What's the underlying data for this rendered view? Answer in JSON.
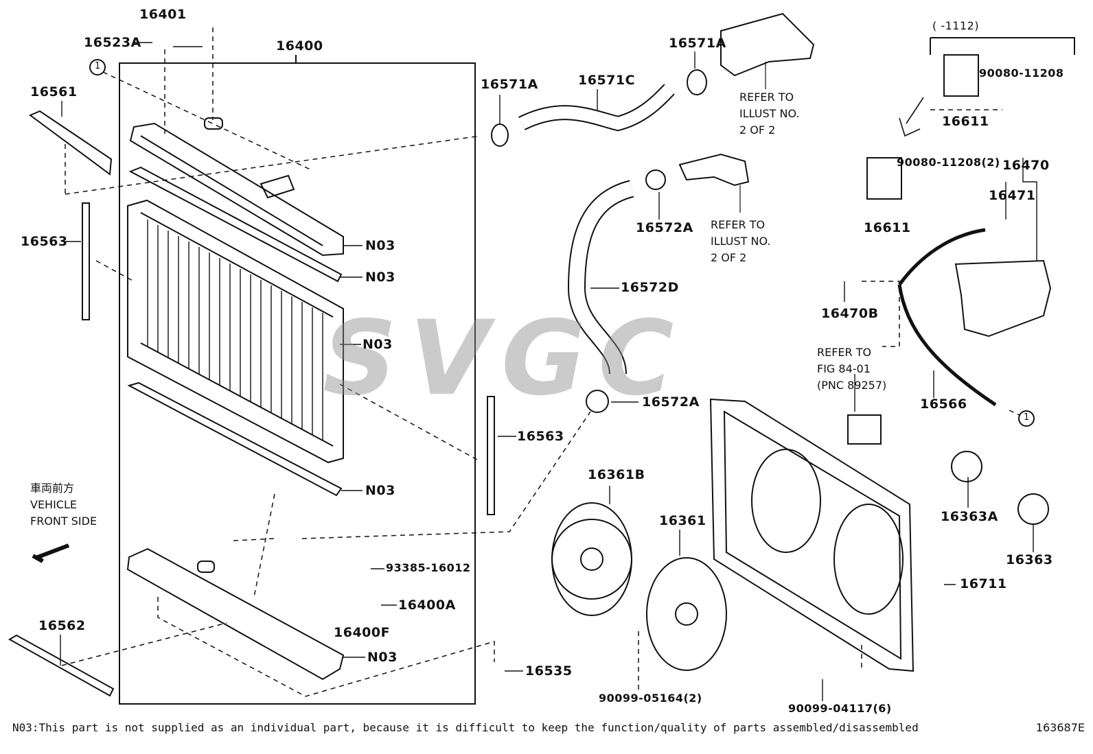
{
  "watermark": "SVGC",
  "labels": {
    "p16401": "16401",
    "p16523A": "16523A",
    "p16400": "16400",
    "p16561": "16561",
    "p16563_left": "16563",
    "p16563_right": "16563",
    "p16562": "16562",
    "n03_1": "N03",
    "n03_2": "N03",
    "n03_3": "N03",
    "n03_4": "N03",
    "n03_5": "N03",
    "p93385": "93385-16012",
    "p16400A": "16400A",
    "p16400F": "16400F",
    "p16535": "16535",
    "p16571A_left": "16571A",
    "p16571C": "16571C",
    "p16571A_right": "16571A",
    "p16572A_top": "16572A",
    "p16572D": "16572D",
    "p16572A_bottom": "16572A",
    "p16361B": "16361B",
    "p16361": "16361",
    "p90099_05164": "90099-05164(2)",
    "p90099_04117": "90099-04117(6)",
    "p16711": "16711",
    "p16363A": "16363A",
    "p16363": "16363",
    "p16566": "16566",
    "p16470B": "16470B",
    "p16470": "16470",
    "p16471": "16471",
    "p16611_top": "16611",
    "p16611_bottom": "16611",
    "p90080_11208": "90080-11208",
    "p90080_11208_2": "90080-11208(2)",
    "date_range": "(      -1112)",
    "circle_ref_1": "1",
    "circle_ref_2": "1"
  },
  "refs": {
    "refer1": "REFER TO\nILLUST NO.\n2 OF 2",
    "refer2": "REFER TO\nILLUST NO.\n2 OF 2",
    "refer3": "REFER TO\nFIG 84-01\n(PNC 89257)"
  },
  "direction": {
    "jp": "車両前方",
    "en1": "VEHICLE",
    "en2": "FRONT SIDE"
  },
  "footnote": "N03:This part is not supplied as an individual part, because it is difficult to keep the function/quality of parts assembled/disassembled",
  "figure_id": "163687E"
}
